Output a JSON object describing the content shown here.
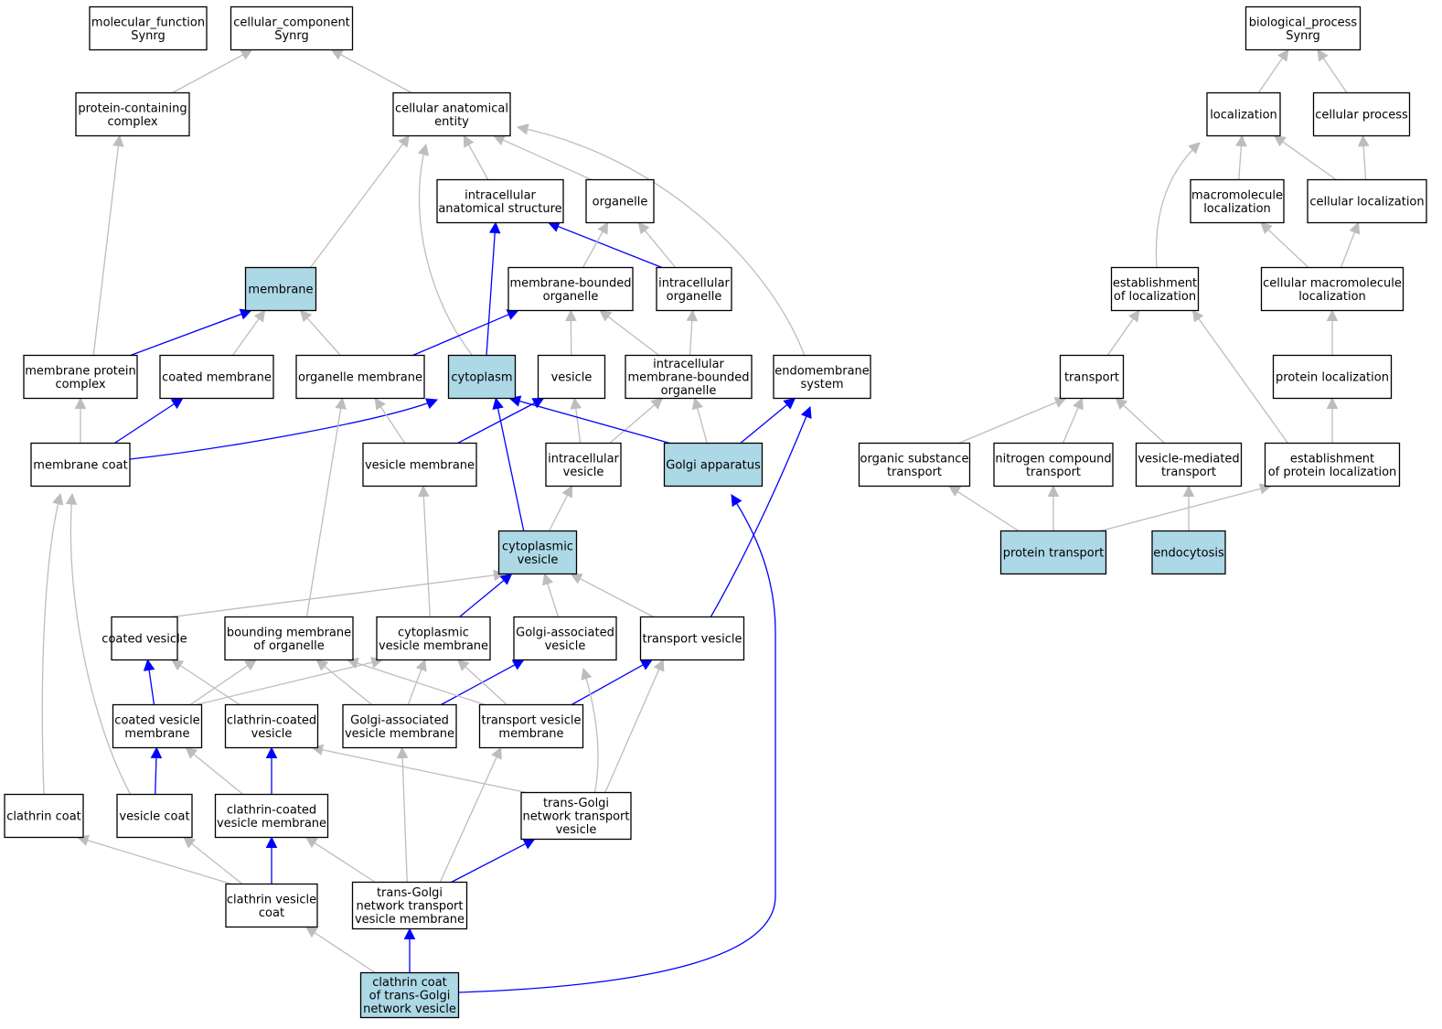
{
  "colors": {
    "highlight_fill": "#add8e6",
    "node_fill": "#ffffff",
    "isa_edge": "#bdbdbd",
    "path_edge": "#0000ff"
  },
  "nodes": {
    "mf": {
      "lines": [
        "molecular_function",
        "Synrg"
      ],
      "highlight": false
    },
    "cc": {
      "lines": [
        "cellular_component",
        "Synrg"
      ],
      "highlight": false
    },
    "bp": {
      "lines": [
        "biological_process",
        "Synrg"
      ],
      "highlight": false
    },
    "pcc": {
      "lines": [
        "protein-containing",
        "complex"
      ],
      "highlight": false
    },
    "cae": {
      "lines": [
        "cellular anatomical",
        "entity"
      ],
      "highlight": false
    },
    "loc": {
      "lines": [
        "localization"
      ],
      "highlight": false
    },
    "cp": {
      "lines": [
        "cellular process"
      ],
      "highlight": false
    },
    "ias": {
      "lines": [
        "intracellular",
        "anatomical structure"
      ],
      "highlight": false
    },
    "org": {
      "lines": [
        "organelle"
      ],
      "highlight": false
    },
    "mml": {
      "lines": [
        "macromolecule",
        "localization"
      ],
      "highlight": false
    },
    "cl": {
      "lines": [
        "cellular localization"
      ],
      "highlight": false
    },
    "mem": {
      "lines": [
        "membrane"
      ],
      "highlight": true
    },
    "mbo": {
      "lines": [
        "membrane-bounded",
        "organelle"
      ],
      "highlight": false
    },
    "io": {
      "lines": [
        "intracellular",
        "organelle"
      ],
      "highlight": false
    },
    "eol": {
      "lines": [
        "establishment",
        "of localization"
      ],
      "highlight": false
    },
    "cml": {
      "lines": [
        "cellular macromolecule",
        "localization"
      ],
      "highlight": false
    },
    "mpc": {
      "lines": [
        "membrane protein",
        "complex"
      ],
      "highlight": false
    },
    "cm": {
      "lines": [
        "coated membrane"
      ],
      "highlight": false
    },
    "om": {
      "lines": [
        "organelle membrane"
      ],
      "highlight": false
    },
    "cyt": {
      "lines": [
        "cytoplasm"
      ],
      "highlight": true
    },
    "ves": {
      "lines": [
        "vesicle"
      ],
      "highlight": false
    },
    "imbo": {
      "lines": [
        "intracellular",
        "membrane-bounded",
        "organelle"
      ],
      "highlight": false
    },
    "ems": {
      "lines": [
        "endomembrane",
        "system"
      ],
      "highlight": false
    },
    "tra": {
      "lines": [
        "transport"
      ],
      "highlight": false
    },
    "pl": {
      "lines": [
        "protein localization"
      ],
      "highlight": false
    },
    "mc": {
      "lines": [
        "membrane coat"
      ],
      "highlight": false
    },
    "vm": {
      "lines": [
        "vesicle membrane"
      ],
      "highlight": false
    },
    "iv": {
      "lines": [
        "intracellular",
        "vesicle"
      ],
      "highlight": false
    },
    "ga": {
      "lines": [
        "Golgi apparatus"
      ],
      "highlight": true
    },
    "ost": {
      "lines": [
        "organic substance",
        "transport"
      ],
      "highlight": false
    },
    "nct": {
      "lines": [
        "nitrogen compound",
        "transport"
      ],
      "highlight": false
    },
    "vmt": {
      "lines": [
        "vesicle-mediated",
        "transport"
      ],
      "highlight": false
    },
    "epl": {
      "lines": [
        "establishment",
        "of protein localization"
      ],
      "highlight": false
    },
    "cv": {
      "lines": [
        "cytoplasmic",
        "vesicle"
      ],
      "highlight": true
    },
    "pt": {
      "lines": [
        "protein transport"
      ],
      "highlight": true
    },
    "endo": {
      "lines": [
        "endocytosis"
      ],
      "highlight": true
    },
    "cov": {
      "lines": [
        "coated vesicle"
      ],
      "highlight": false
    },
    "bmo": {
      "lines": [
        "bounding membrane",
        "of organelle"
      ],
      "highlight": false
    },
    "cvm": {
      "lines": [
        "cytoplasmic",
        "vesicle membrane"
      ],
      "highlight": false
    },
    "gav": {
      "lines": [
        "Golgi-associated",
        "vesicle"
      ],
      "highlight": false
    },
    "tv": {
      "lines": [
        "transport vesicle"
      ],
      "highlight": false
    },
    "covm": {
      "lines": [
        "coated vesicle",
        "membrane"
      ],
      "highlight": false
    },
    "ccv": {
      "lines": [
        "clathrin-coated",
        "vesicle"
      ],
      "highlight": false
    },
    "gavm": {
      "lines": [
        "Golgi-associated",
        "vesicle membrane"
      ],
      "highlight": false
    },
    "tvm": {
      "lines": [
        "transport vesicle",
        "membrane"
      ],
      "highlight": false
    },
    "cc2": {
      "lines": [
        "clathrin coat"
      ],
      "highlight": false
    },
    "vc": {
      "lines": [
        "vesicle coat"
      ],
      "highlight": false
    },
    "ccvm": {
      "lines": [
        "clathrin-coated",
        "vesicle membrane"
      ],
      "highlight": false
    },
    "tgntv": {
      "lines": [
        "trans-Golgi",
        "network transport",
        "vesicle"
      ],
      "highlight": false
    },
    "cvc": {
      "lines": [
        "clathrin vesicle",
        "coat"
      ],
      "highlight": false
    },
    "tgntvm": {
      "lines": [
        "trans-Golgi",
        "network transport",
        "vesicle membrane"
      ],
      "highlight": false
    },
    "cctgnv": {
      "lines": [
        "clathrin coat",
        "of trans-Golgi",
        "network vesicle"
      ],
      "highlight": true
    }
  },
  "edges": [
    [
      "pcc",
      "cc",
      "gray"
    ],
    [
      "cae",
      "cc",
      "gray"
    ],
    [
      "loc",
      "bp",
      "gray"
    ],
    [
      "cp",
      "bp",
      "gray"
    ],
    [
      "ias",
      "cae",
      "gray"
    ],
    [
      "org",
      "cae",
      "gray"
    ],
    [
      "mem",
      "cae",
      "gray"
    ],
    [
      "cyt",
      "cae",
      "gray"
    ],
    [
      "ems",
      "cae",
      "gray"
    ],
    [
      "mml",
      "loc",
      "gray"
    ],
    [
      "cl",
      "loc",
      "gray"
    ],
    [
      "eol",
      "loc",
      "gray"
    ],
    [
      "cl",
      "cp",
      "gray"
    ],
    [
      "io",
      "ias",
      "blue"
    ],
    [
      "cyt",
      "ias",
      "blue"
    ],
    [
      "mbo",
      "org",
      "gray"
    ],
    [
      "io",
      "org",
      "gray"
    ],
    [
      "cml",
      "mml",
      "gray"
    ],
    [
      "cml",
      "cl",
      "gray"
    ],
    [
      "mpc",
      "mem",
      "blue"
    ],
    [
      "cm",
      "mem",
      "gray"
    ],
    [
      "om",
      "mem",
      "gray"
    ],
    [
      "om",
      "mbo",
      "blue"
    ],
    [
      "ves",
      "mbo",
      "gray"
    ],
    [
      "imbo",
      "mbo",
      "gray"
    ],
    [
      "imbo",
      "io",
      "gray"
    ],
    [
      "tra",
      "eol",
      "gray"
    ],
    [
      "epl",
      "eol",
      "gray"
    ],
    [
      "pl",
      "cml",
      "gray"
    ],
    [
      "mpc",
      "pcc",
      "gray"
    ],
    [
      "mc",
      "mpc",
      "gray"
    ],
    [
      "mc",
      "cm",
      "blue"
    ],
    [
      "mc",
      "cyt",
      "blue"
    ],
    [
      "vm",
      "om",
      "gray"
    ],
    [
      "vm",
      "ves",
      "blue"
    ],
    [
      "bmo",
      "om",
      "gray"
    ],
    [
      "iv",
      "ves",
      "gray"
    ],
    [
      "iv",
      "imbo",
      "gray"
    ],
    [
      "ga",
      "imbo",
      "gray"
    ],
    [
      "ga",
      "cyt",
      "blue"
    ],
    [
      "ga",
      "ems",
      "blue"
    ],
    [
      "ost",
      "tra",
      "gray"
    ],
    [
      "nct",
      "tra",
      "gray"
    ],
    [
      "vmt",
      "tra",
      "gray"
    ],
    [
      "epl",
      "pl",
      "gray"
    ],
    [
      "cv",
      "iv",
      "gray"
    ],
    [
      "cv",
      "cyt",
      "blue"
    ],
    [
      "pt",
      "ost",
      "gray"
    ],
    [
      "pt",
      "nct",
      "gray"
    ],
    [
      "pt",
      "epl",
      "gray"
    ],
    [
      "endo",
      "vmt",
      "gray"
    ],
    [
      "cov",
      "cv",
      "gray"
    ],
    [
      "cvm",
      "vm",
      "gray"
    ],
    [
      "cvm",
      "cv",
      "blue"
    ],
    [
      "gav",
      "cv",
      "gray"
    ],
    [
      "tv",
      "cv",
      "gray"
    ],
    [
      "tv",
      "ems",
      "blue"
    ],
    [
      "covm",
      "cov",
      "blue"
    ],
    [
      "covm",
      "bmo",
      "gray"
    ],
    [
      "covm",
      "cvm",
      "gray"
    ],
    [
      "ccv",
      "cov",
      "gray"
    ],
    [
      "gavm",
      "bmo",
      "gray"
    ],
    [
      "gavm",
      "cvm",
      "gray"
    ],
    [
      "gavm",
      "gav",
      "blue"
    ],
    [
      "tvm",
      "bmo",
      "gray"
    ],
    [
      "tvm",
      "cvm",
      "gray"
    ],
    [
      "tvm",
      "tv",
      "blue"
    ],
    [
      "cc2",
      "mc",
      "gray"
    ],
    [
      "vc",
      "covm",
      "blue"
    ],
    [
      "vc",
      "mc",
      "gray"
    ],
    [
      "ccvm",
      "covm",
      "gray"
    ],
    [
      "ccvm",
      "ccv",
      "blue"
    ],
    [
      "tgntv",
      "ccv",
      "gray"
    ],
    [
      "tgntv",
      "gav",
      "gray"
    ],
    [
      "tgntv",
      "tv",
      "gray"
    ],
    [
      "cvc",
      "cc2",
      "gray"
    ],
    [
      "cvc",
      "vc",
      "gray"
    ],
    [
      "cvc",
      "ccvm",
      "blue"
    ],
    [
      "tgntvm",
      "ccvm",
      "gray"
    ],
    [
      "tgntvm",
      "gavm",
      "gray"
    ],
    [
      "tgntvm",
      "tvm",
      "gray"
    ],
    [
      "tgntvm",
      "tgntv",
      "blue"
    ],
    [
      "cctgnv",
      "cvc",
      "gray"
    ],
    [
      "cctgnv",
      "tgntvm",
      "blue"
    ],
    [
      "cctgnv",
      "ga",
      "blue"
    ]
  ]
}
